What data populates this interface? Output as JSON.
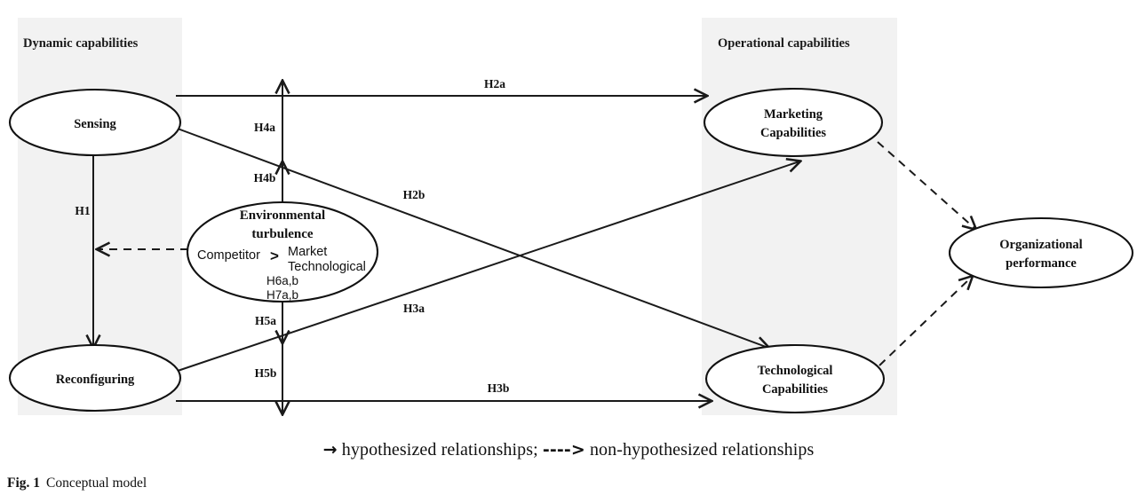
{
  "figure": {
    "number": "Fig. 1",
    "title": "Conceptual model"
  },
  "legend": {
    "solid_arrow_glyph": "→",
    "solid_text": "hypothesized relationships;",
    "dashed_arrow_glyph": "---->",
    "dashed_text": "non-hypothesized relationships"
  },
  "bands": [
    {
      "label": "Dynamic capabilities"
    },
    {
      "label": "Operational capabilities"
    }
  ],
  "nodes": {
    "sensing": {
      "label": "Sensing"
    },
    "reconfiguring": {
      "label": "Reconfiguring"
    },
    "turbulence": {
      "title_line1": "Environmental",
      "title_line2": "turbulence",
      "compare_left": "Competitor",
      "compare_operator": ">",
      "compare_right_line1": "Market",
      "compare_right_line2": "Technological",
      "hyp_line1": "H6a,b",
      "hyp_line2": "H7a,b"
    },
    "marketing": {
      "label_line1": "Marketing",
      "label_line2": "Capabilities"
    },
    "technological": {
      "label_line1": "Technological",
      "label_line2": "Capabilities"
    },
    "organizational": {
      "label_line1": "Organizational",
      "label_line2": "performance"
    }
  },
  "hypotheses": {
    "h1": "H1",
    "h2a": "H2a",
    "h2b": "H2b",
    "h3a": "H3a",
    "h3b": "H3b",
    "h4a": "H4a",
    "h4b": "H4b",
    "h5a": "H5a",
    "h5b": "H5b"
  },
  "colors": {
    "band_fill": "#f2f2f2",
    "stroke": "#1a1a1a",
    "text": "#111111",
    "node_fill": "#ffffff"
  }
}
